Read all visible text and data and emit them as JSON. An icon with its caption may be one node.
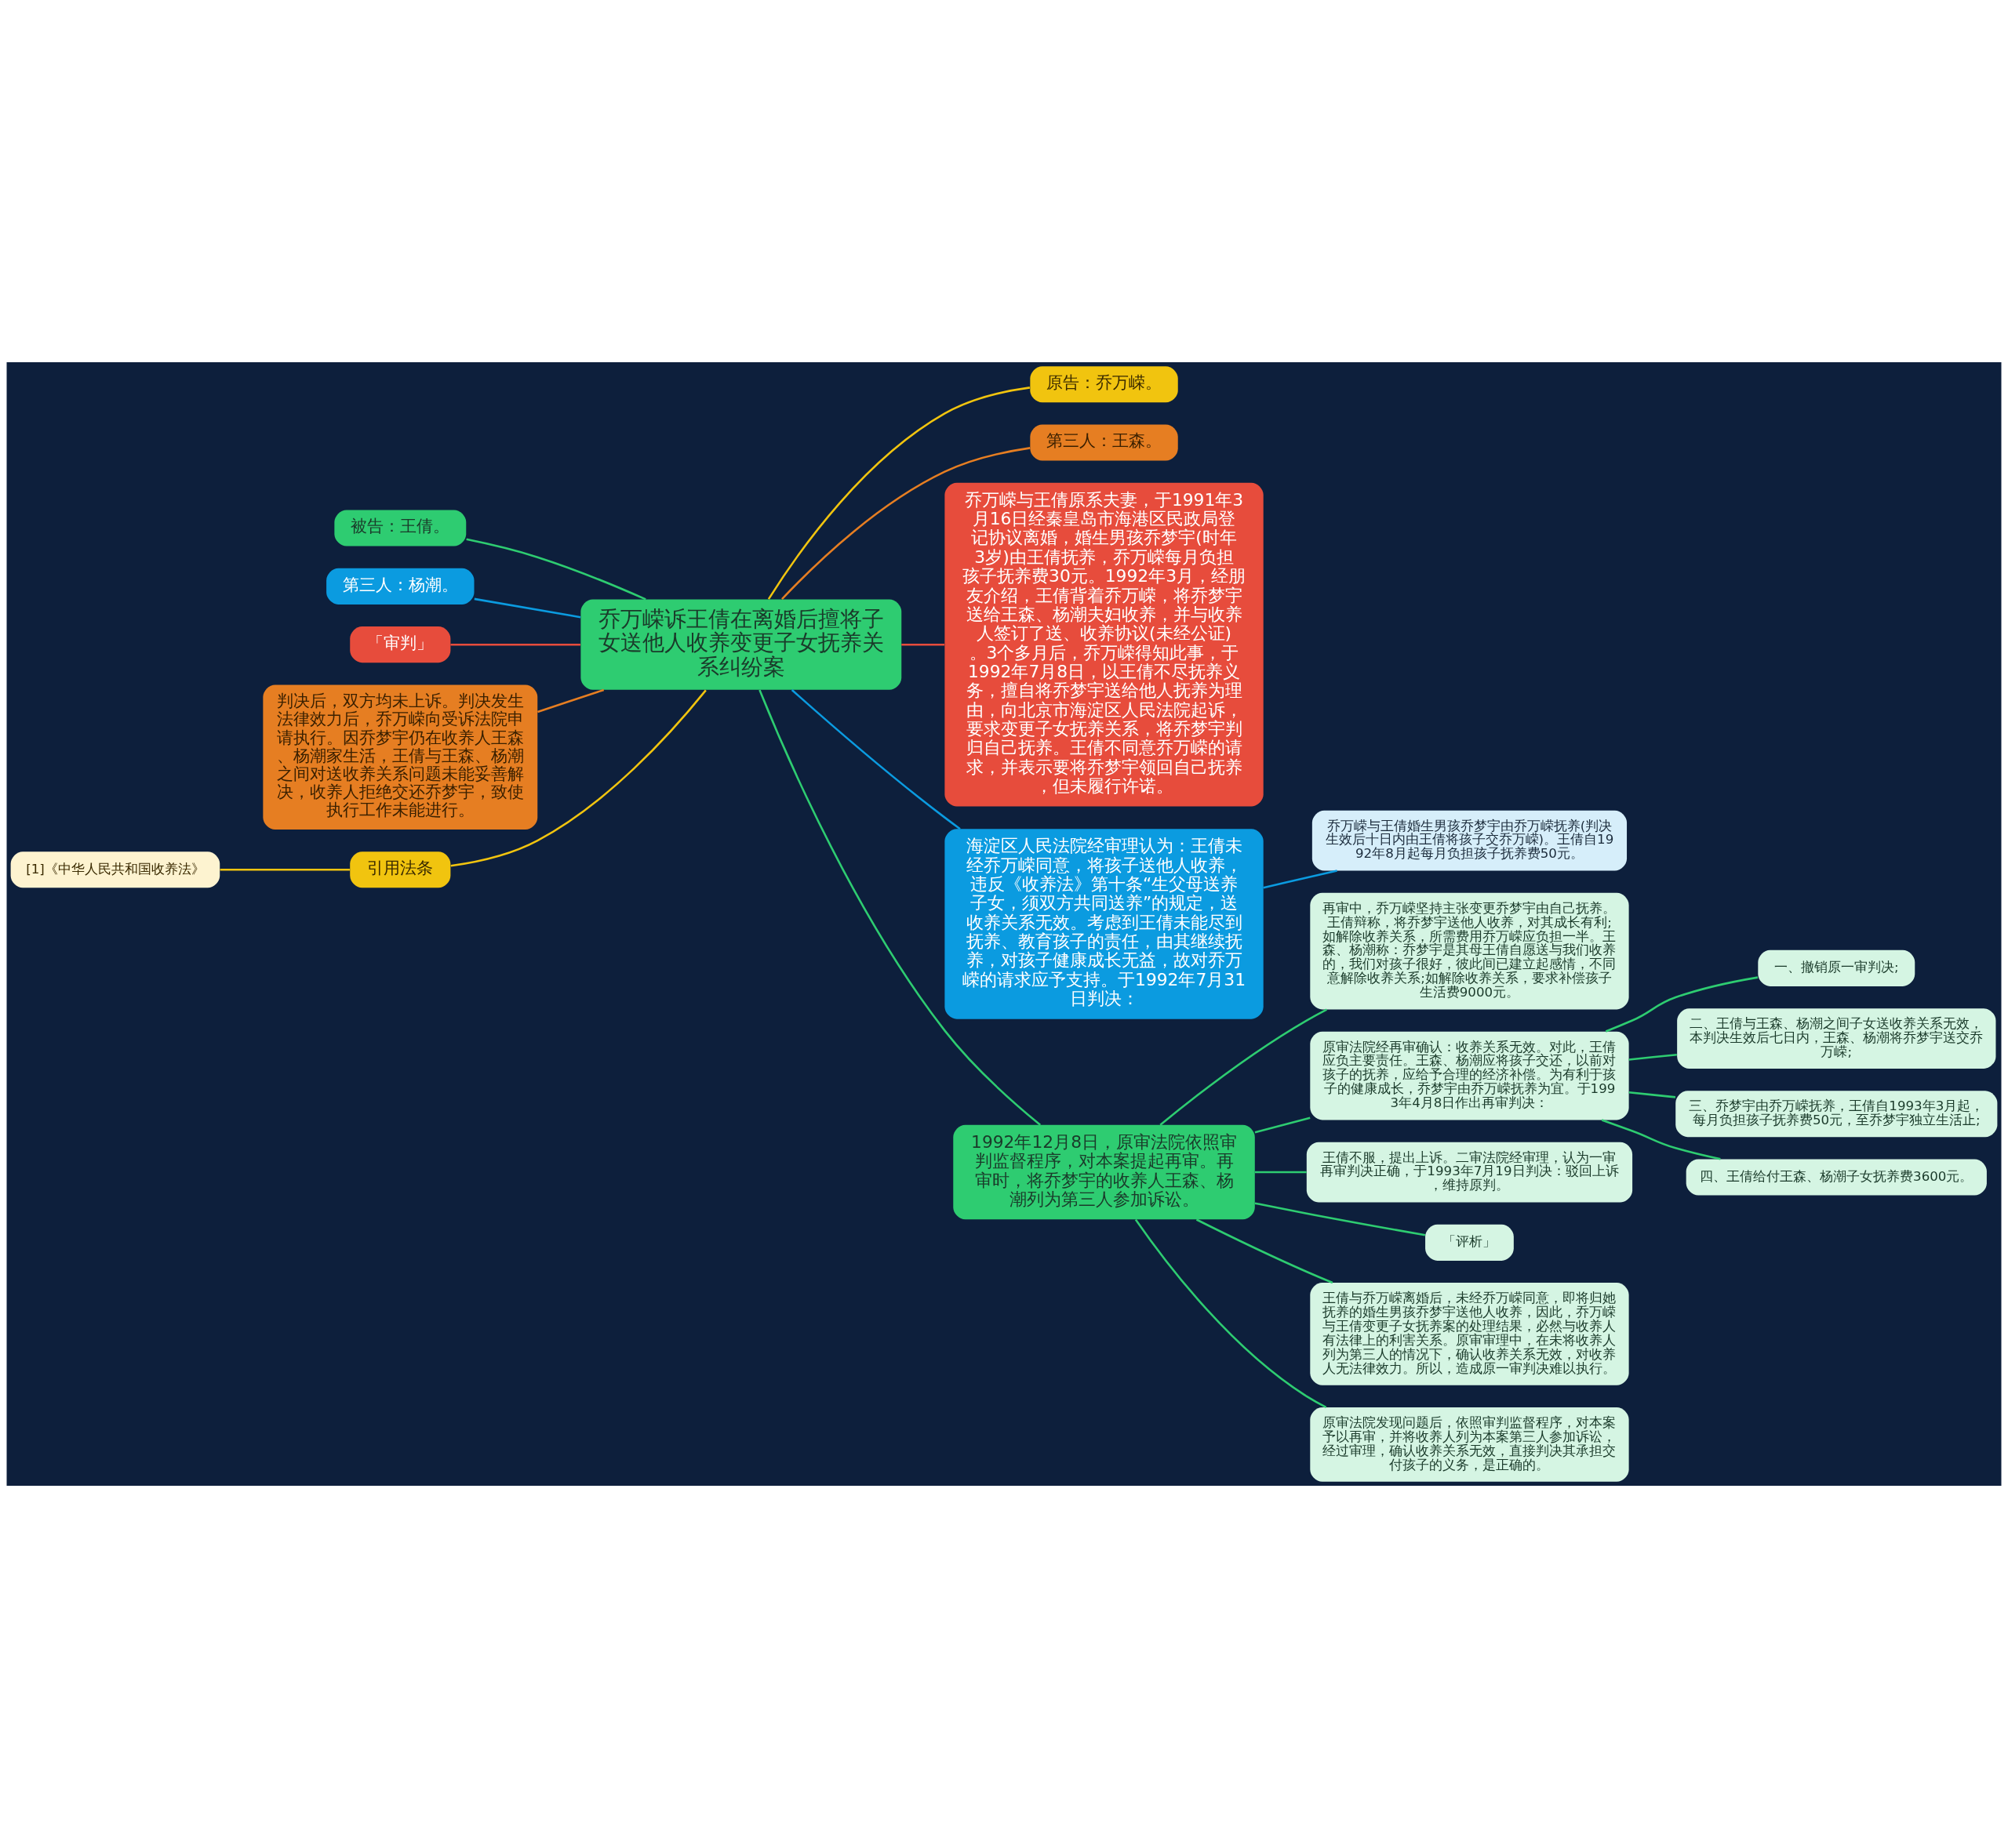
{
  "diagram": {
    "nodes": [
      {
        "text": [
          "乔万嵘诉王倩在离婚后擅将子女送他人收养变更子女抚养关系纠纷案"
        ]
      },
      {
        "text": [
          "原告：乔万嵘。"
        ]
      },
      {
        "text": [
          "第三人：王森。"
        ]
      },
      {
        "text": [
          "乔万嵘与王倩原系夫妻，于1991年3月16日经秦皇岛市海港区民政局登记协议离婚，婚生男孩乔梦宇(时年3岁)由王倩抚养，乔万嵘每月负担孩子抚养费30元。1992年3月，经朋友介绍，王倩背着乔万嵘，将乔梦宇送给王森、杨潮夫妇收养，并与收养人签订了送、收养协议(未经公证)。3个多月后，乔万嵘得知此事，于1992年7月8日，以王倩不尽抚养义务，擅自将乔梦宇送给他人抚养为理由，向北京市海淀区人民法院起诉，要求变更子女抚养关系，将乔梦宇判归自己抚养。王倩不同意乔万嵘的请求，并表示要将乔梦宇领回自己抚养，但未履行许诺。"
        ]
      },
      {
        "text": [
          "海淀区人民法院经审理认为：王倩未经乔万嵘同意，将孩子送他人收养，违反《收养法》第十条“生父母送养子女，须双方共同送养”的规定，送收养关系无效。考虑到王倩未能尽到抚养、教育孩子的责任，由其继续抚养，对孩子健康成长无益，故对乔万嵘的请求应予支持。于1992年7月31日判决："
        ]
      },
      {
        "text": [
          "乔万嵘与王倩婚生男孩乔梦宇由乔万嵘抚养(判决生效后十日内由王倩将孩子交乔万嵘)。王倩自1992年8月起每月负担孩子抚养费50元。"
        ]
      },
      {
        "text": [
          "1992年12月8日，原审法院依照审判监督程序，对本案提起再审。再审时，将乔梦宇的收养人王森、杨潮列为第三人参加诉讼。"
        ]
      },
      {
        "text": [
          "再审中，乔万嵘坚持主张变更乔梦宇由自己抚养。王倩辩称，将乔梦宇送他人收养，对其成长有利;如解除收养关系，所需费用乔万嵘应负担一半。王森、杨潮称：乔梦宇是其母王倩自愿送与我们收养的，我们对孩子很好，彼此间已建立起感情，不同意解除收养关系;如解除收养关系，要求补偿孩子生活费9000元。"
        ]
      },
      {
        "text": [
          "原审法院经再审确认：收养关系无效。对此，王倩应负主要责任。王森、杨潮应将孩子交还，以前对孩子的抚养，应给予合理的经济补偿。为有利于孩子的健康成长，乔梦宇由乔万嵘抚养为宜。于1993年4月8日作出再审判决："
        ]
      },
      {
        "text": [
          "一、撤销原一审判决;"
        ]
      },
      {
        "text": [
          "二、王倩与王森、杨潮之间子女送收养关系无效，本判决生效后七日内，王森、杨潮将乔梦宇送交乔万嵘;"
        ]
      },
      {
        "text": [
          "三、乔梦宇由乔万嵘抚养，王倩自1993年3月起，每月负担孩子抚养费50元，至乔梦宇独立生活止;"
        ]
      },
      {
        "text": [
          "四、王倩给付王森、杨潮子女抚养费3600元。"
        ]
      },
      {
        "text": [
          "王倩不服，提出上诉。二审法院经审理，认为一审再审判决正确，于1993年7月19日判决：驳回上诉，维持原判。"
        ]
      },
      {
        "text": [
          "「评析」"
        ]
      },
      {
        "text": [
          "王倩与乔万嵘离婚后，未经乔万嵘同意，即将归她抚养的婚生男孩乔梦宇送他人收养，因此，乔万嵘与王倩变更子女抚养案的处理结果，必然与收养人有法律上的利害关系。原审审理中，在未将收养人列为第三人的情况下，确认收养关系无效，对收养人无法律效力。所以，造成原一审判决难以执行。"
        ]
      },
      {
        "text": [
          "原审法院发现问题后，依照审判监督程序，对本案予以再审，并将收养人列为本案第三人参加诉讼，经过审理，确认收养关系无效，直接判决其承担交付孩子的义务，是正确的。"
        ]
      },
      {
        "text": [
          "被告：王倩。"
        ]
      },
      {
        "text": [
          "第三人：杨潮。"
        ]
      },
      {
        "text": [
          "「审判」"
        ]
      },
      {
        "text": [
          "判决后，双方均未上诉。判决发生法律效力后，乔万嵘向受诉法院申请执行。因乔梦宇仍在收养人王森、杨潮家生活，王倩与王森、杨潮之间对送收养关系问题未能妥善解决，收养人拒绝交还乔梦宇，致使执行工作未能进行。"
        ]
      },
      {
        "text": [
          "引用法条"
        ]
      },
      {
        "text": [
          "[1]《中华人民共和国收养法》"
        ]
      }
    ],
    "edges": [
      {
        "from": 0,
        "to": 1,
        "arrow": "none",
        "color": "#f1c40f"
      },
      {
        "from": 0,
        "to": 2,
        "arrow": "none",
        "color": "#e67e22"
      },
      {
        "from": 0,
        "to": 3,
        "arrow": "none",
        "color": "#e74c3c"
      },
      {
        "from": 0,
        "to": 4,
        "arrow": "none",
        "color": "#0b9be0"
      },
      {
        "from": 4,
        "to": 5,
        "arrow": "none",
        "color": "#0b9be0"
      },
      {
        "from": 0,
        "to": 6,
        "arrow": "none"
      },
      {
        "from": 6,
        "to": 7,
        "arrow": "none"
      },
      {
        "from": 6,
        "to": 8,
        "arrow": "none"
      },
      {
        "from": 8,
        "to": 9,
        "arrow": "none"
      },
      {
        "from": 8,
        "to": 10,
        "arrow": "none"
      },
      {
        "from": 8,
        "to": 11,
        "arrow": "none"
      },
      {
        "from": 8,
        "to": 12,
        "arrow": "none"
      },
      {
        "from": 6,
        "to": 13,
        "arrow": "none"
      },
      {
        "from": 6,
        "to": 14,
        "arrow": "none"
      },
      {
        "from": 6,
        "to": 15,
        "arrow": "none"
      },
      {
        "from": 6,
        "to": 16,
        "arrow": "none"
      },
      {
        "from": 0,
        "to": 17,
        "arrow": "none"
      },
      {
        "from": 0,
        "to": 18,
        "arrow": "none",
        "color": "#0b9be0"
      },
      {
        "from": 0,
        "to": 19,
        "arrow": "none",
        "color": "#e74c3c"
      },
      {
        "from": 0,
        "to": 20,
        "arrow": "none",
        "color": "#e67e22"
      },
      {
        "from": 0,
        "to": 21,
        "arrow": "none",
        "color": "#f1c40f"
      },
      {
        "from": 21,
        "to": 22,
        "arrow": "none",
        "color": "#f1c40f"
      }
    ]
  }
}
